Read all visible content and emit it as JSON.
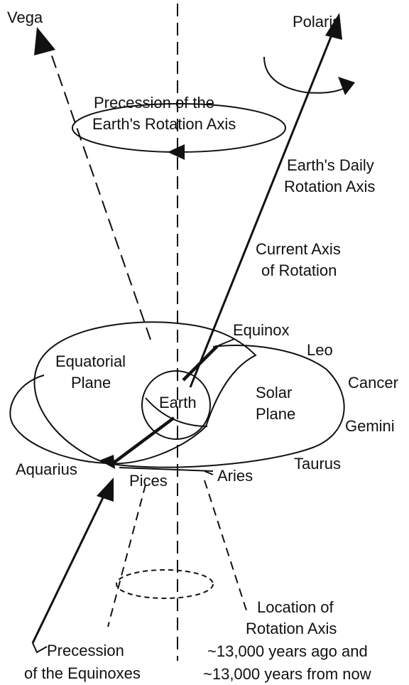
{
  "labels": {
    "vega": "Vega",
    "polaris": "Polaris",
    "precession_axis_line1": "Precession of the",
    "precession_axis_line2": "Earth's Rotation Axis",
    "daily_axis_line1": "Earth's Daily",
    "daily_axis_line2": "Rotation Axis",
    "current_axis_line1": "Current Axis",
    "current_axis_line2": "of Rotation",
    "equinox": "Equinox",
    "equatorial_line1": "Equatorial",
    "equatorial_line2": "Plane",
    "earth": "Earth",
    "solar_line1": "Solar",
    "solar_line2": "Plane",
    "leo": "Leo",
    "cancer": "Cancer",
    "gemini": "Gemini",
    "taurus": "Taurus",
    "aries": "Aries",
    "pices": "Pices",
    "aquarius": "Aquarius",
    "precession_equinoxes_line1": "Precession",
    "precession_equinoxes_line2": "of the Equinoxes",
    "location_line1": "Location of",
    "location_line2": "Rotation Axis",
    "location_line3": "~13,000 years ago and",
    "location_line4": "~13,000 years from now"
  },
  "colors": {
    "ink": "#111111",
    "background": "#ffffff"
  }
}
